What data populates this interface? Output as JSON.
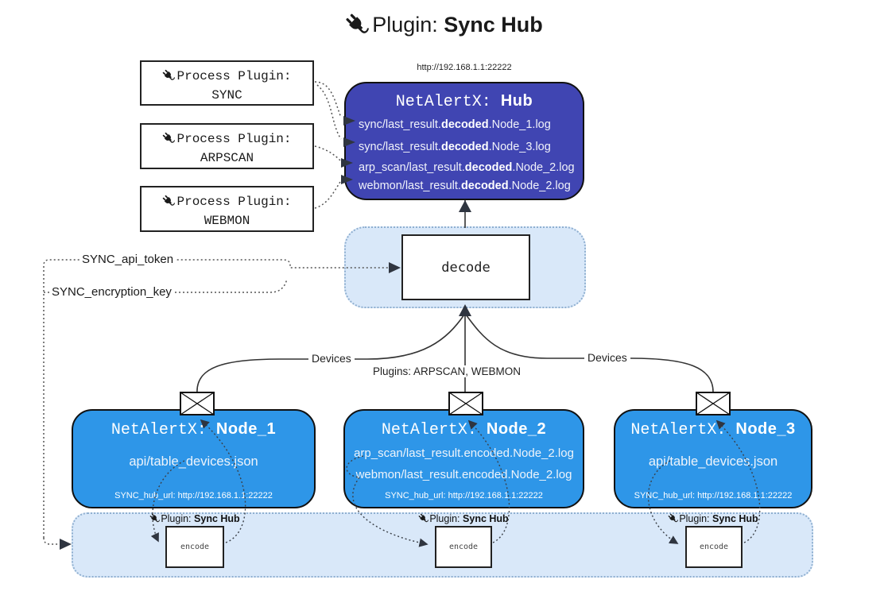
{
  "title": {
    "label": "Plugin:",
    "name": "Sync Hub"
  },
  "process_plugins": [
    {
      "label": "Process Plugin:",
      "name": "SYNC"
    },
    {
      "label": "Process Plugin:",
      "name": "ARPSCAN"
    },
    {
      "label": "Process Plugin:",
      "name": "WEBMON"
    }
  ],
  "hub": {
    "url": "http://192.168.1.1:22222",
    "name_prefix": "NetAlertX: ",
    "name": "Hub",
    "logs": [
      {
        "pre": "sync/last_result.",
        "mid": "decoded",
        "post": ".Node_1.log"
      },
      {
        "pre": "sync/last_result.",
        "mid": "decoded",
        "post": ".Node_3.log"
      },
      {
        "pre": "arp_scan/last_result.",
        "mid": "decoded",
        "post": ".Node_2.log"
      },
      {
        "pre": "webmon/last_result.",
        "mid": "decoded",
        "post": ".Node_2.log"
      }
    ]
  },
  "decode": {
    "label": "decode"
  },
  "config": {
    "api_token": "SYNC_api_token",
    "encryption_key": "SYNC_encryption_key"
  },
  "edges": {
    "devices_left": "Devices",
    "devices_right": "Devices",
    "plugins_middle": "Plugins: ARPSCAN, WEBMON"
  },
  "nodes": [
    {
      "name_prefix": "NetAlertX: ",
      "name": "Node_1",
      "files": [
        "api/table_devices.json"
      ],
      "hub_url": "SYNC_hub_url: http://192.168.1.1:22222"
    },
    {
      "name_prefix": "NetAlertX: ",
      "name": "Node_2",
      "files": [
        "arp_scan/last_result.encoded.Node_2.log",
        "webmon/last_result.encoded.Node_2.log"
      ],
      "hub_url": "SYNC_hub_url: http://192.168.1.1:22222"
    },
    {
      "name_prefix": "NetAlertX: ",
      "name": "Node_3",
      "files": [
        "api/table_devices.json"
      ],
      "hub_url": "SYNC_hub_url: http://192.168.1.1:22222"
    }
  ],
  "encode": {
    "plugin_label": "Plugin:",
    "plugin_name": "Sync Hub",
    "label": "encode"
  },
  "colors": {
    "hub_fill": "#4045b2",
    "node_fill": "#2e96e8",
    "band_fill": "#d9e8f9",
    "line": "#333333"
  }
}
